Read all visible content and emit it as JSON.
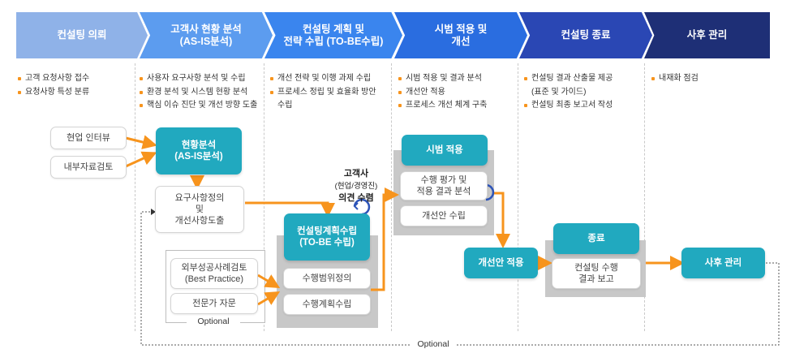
{
  "phases": [
    {
      "label": "컨설팅 의뢰",
      "color": "#8fb2e8"
    },
    {
      "label": "고객사 현황 분석\n(AS-IS분석)",
      "color": "#5c9cef"
    },
    {
      "label": "컨설팅 계획 및\n전략 수립 (TO-BE수립)",
      "color": "#3a85ee"
    },
    {
      "label": "시범 적용 및\n개선",
      "color": "#2a6de0"
    },
    {
      "label": "컨설팅 종료",
      "color": "#2a47b4"
    },
    {
      "label": "사후 관리",
      "color": "#1e2f76"
    }
  ],
  "bullets": [
    [
      "고객 요청사항 접수",
      "요청사항 특성 분류"
    ],
    [
      "사용자 요구사항 분석 및 수립",
      "환경 분석 및 시스템 현황 분석",
      "핵심 이슈 진단 및 개선 방향 도출"
    ],
    [
      "개선 전략 및 이행 과제 수립",
      "프로세스 정립 및 효율화 방안",
      "수립"
    ],
    [
      "시범 적용 및 결과 분석",
      "개선안 적용",
      "프로세스 개선 체계 구축"
    ],
    [
      "컨설팅 결과 산출물 제공",
      "(표준 및 가이드)",
      "컨설팅 최종 보고서 작성"
    ],
    [
      "내재화 점검"
    ]
  ],
  "flow": {
    "interview": "현업 인터뷰",
    "doc_review": "내부자료검토",
    "asis": "현황분석\n(AS-IS분석)",
    "requirements": "요구사항정의\n및\n개선사항도출",
    "best_practice": "외부성공사례검토\n(Best Practice)",
    "expert": "전문가 자문",
    "optional_small": "Optional",
    "client_title": "고객사",
    "client_sub": "(현업/경영진)",
    "client_action": "의견 수렴",
    "tobe": "컨설팅계획수립\n(TO-BE 수립)",
    "scope": "수행범위정의",
    "plan": "수행계획수립",
    "pilot": "시범 적용",
    "eval": "수행 평가 및\n적용 결과 분석",
    "improve_plan": "개선안 수립",
    "apply": "개선안 적용",
    "end": "종료",
    "report": "컨설팅 수행\n결과 보고",
    "followup": "사후 관리",
    "optional_bottom": "Optional"
  },
  "colors": {
    "accent": "#f7941d",
    "teal": "#21a9bf",
    "cycle": "#2d54b8"
  }
}
